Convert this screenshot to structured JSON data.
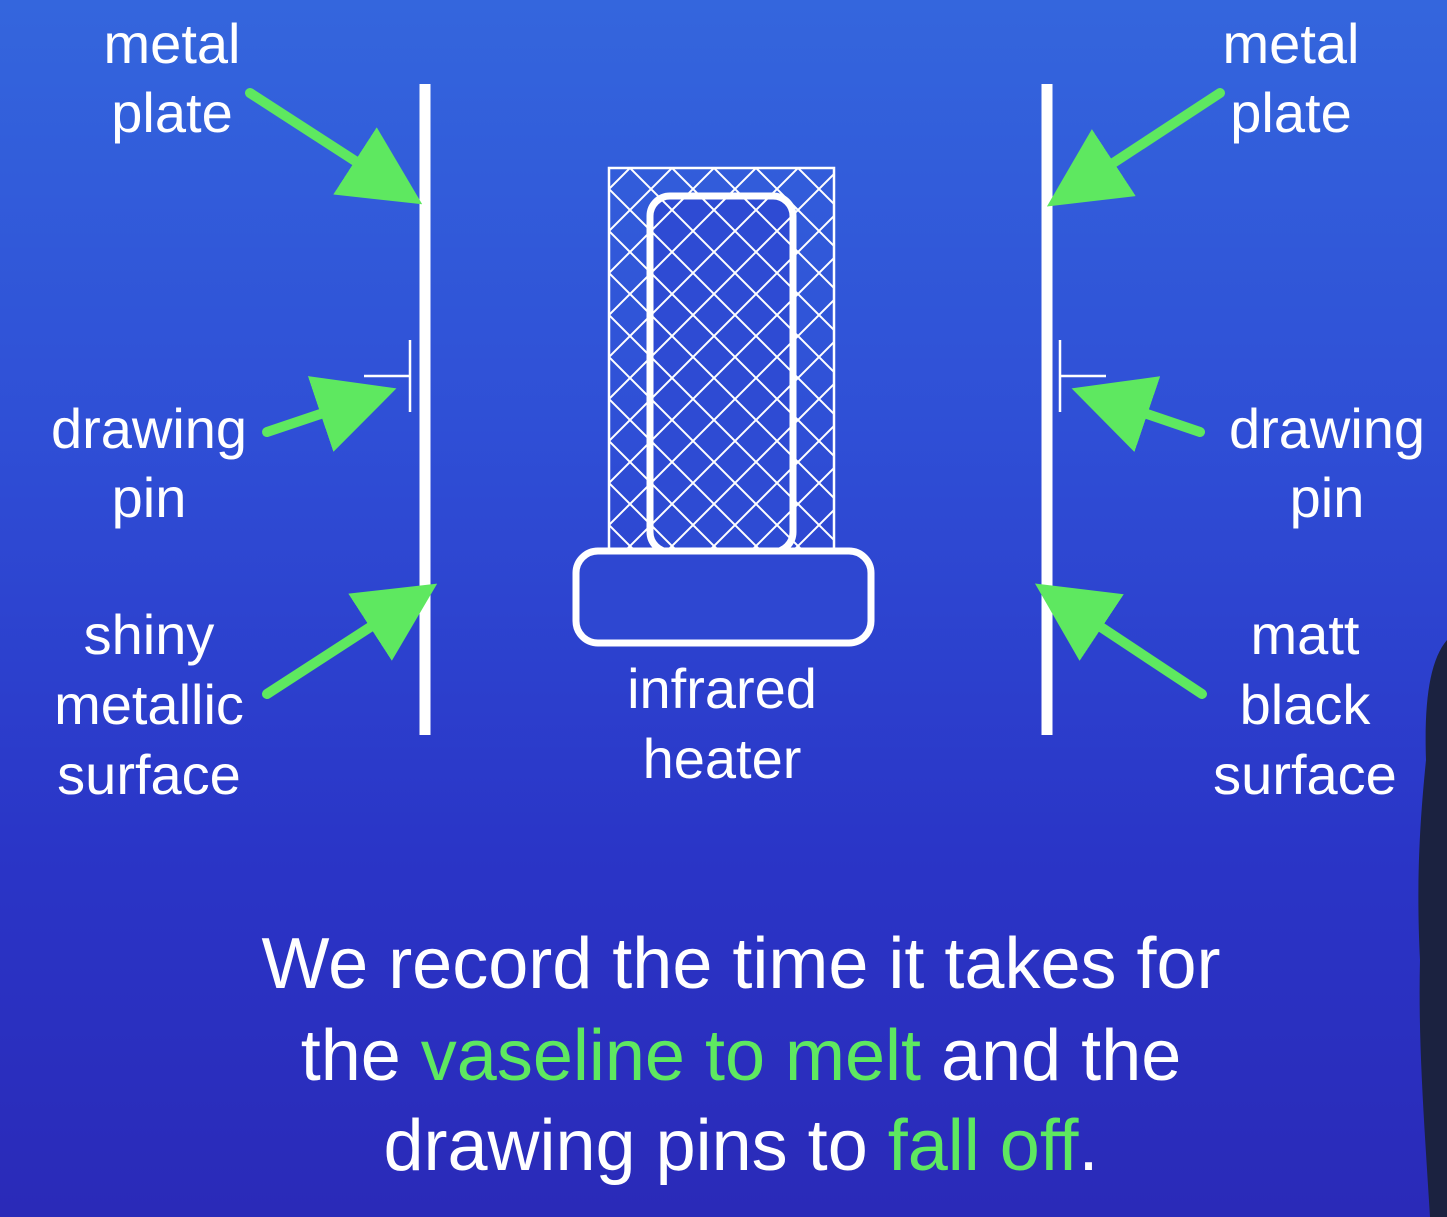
{
  "labels": {
    "left_plate_l1": "metal",
    "left_plate_l2": "plate",
    "right_plate_l1": "metal",
    "right_plate_l2": "plate",
    "left_pin_l1": "drawing",
    "left_pin_l2": "pin",
    "right_pin_l1": "drawing",
    "right_pin_l2": "pin",
    "shiny_l1": "shiny",
    "shiny_l2": "metallic",
    "shiny_l3": "surface",
    "matt_l1": "matt",
    "matt_l2": "black",
    "matt_l3": "surface",
    "heater_l1": "infrared",
    "heater_l2": "heater"
  },
  "caption": {
    "line1": "We record the time it takes for",
    "line2_a": "the ",
    "line2_b": "vaseline to melt",
    "line2_c": " and the",
    "line3_a": "drawing pins to ",
    "line3_b": "fall off",
    "line3_c": "."
  },
  "colors": {
    "arrow": "#5ee860",
    "highlight": "#5ee860",
    "line": "#ffffff"
  }
}
